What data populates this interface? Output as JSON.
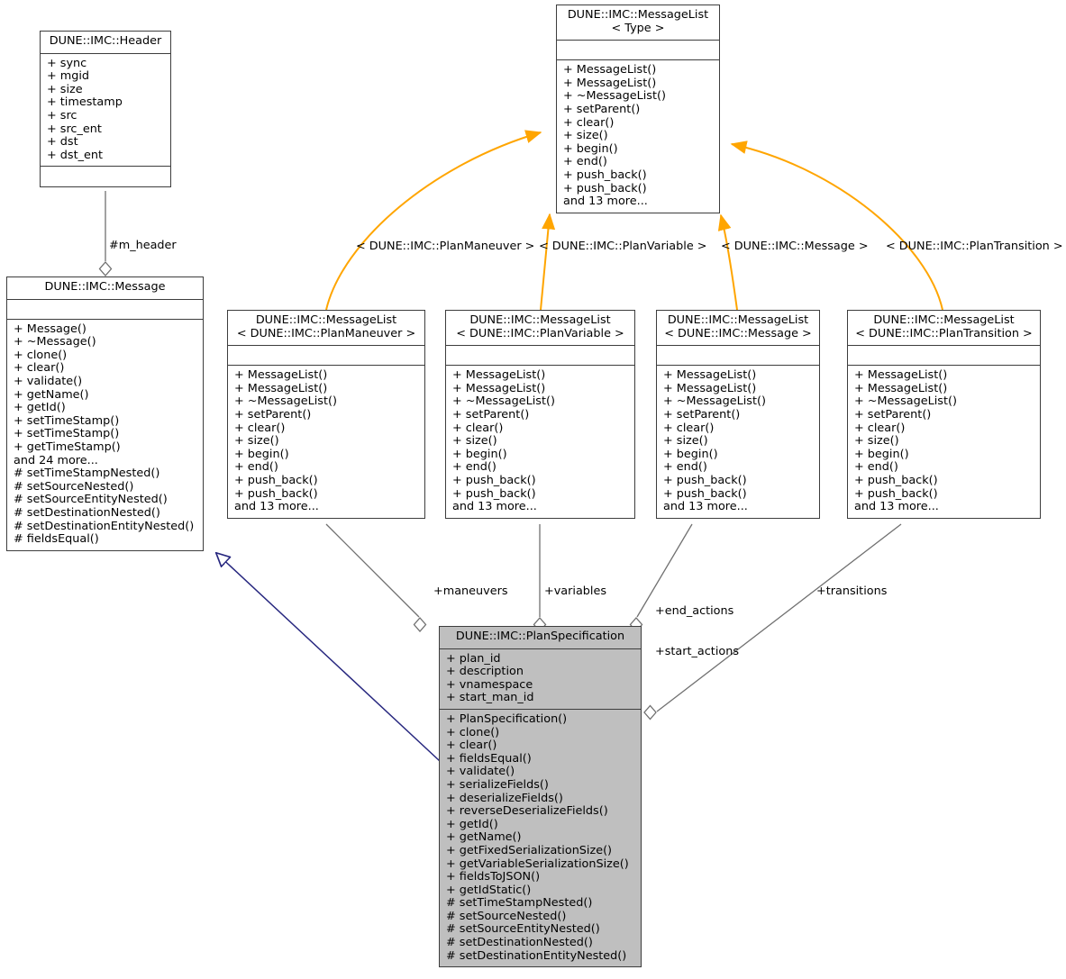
{
  "diagram": {
    "kind": "uml-collaboration-diagram",
    "subject": "DUNE::IMC::PlanSpecification",
    "colors": {
      "background": "#ffffff",
      "box_border": "#3d3d3d",
      "box_fill": "#ffffff",
      "highlight_fill": "#bfbfbf",
      "usage_edge": "#ffa500",
      "inheritance_edge": "#27277f",
      "association_edge": "#707070",
      "text": "#000000"
    }
  },
  "classes": {
    "header": {
      "name": "DUNE::IMC::Header",
      "attributes": [
        "+ sync",
        "+ mgid",
        "+ size",
        "+ timestamp",
        "+ src",
        "+ src_ent",
        "+ dst",
        "+ dst_ent"
      ],
      "operations": []
    },
    "message": {
      "name": "DUNE::IMC::Message",
      "attributes": [],
      "operations": [
        "+ Message()",
        "+ ~Message()",
        "+ clone()",
        "+ clear()",
        "+ validate()",
        "+ getName()",
        "+ getId()",
        "+ setTimeStamp()",
        "+ setTimeStamp()",
        "+ getTimeStamp()",
        "and 24 more...",
        "# setTimeStampNested()",
        "# setSourceNested()",
        "# setSourceEntityNested()",
        "# setDestinationNested()",
        "# setDestinationEntityNested()",
        "# fieldsEqual()"
      ]
    },
    "messagelist_template": {
      "name": "DUNE::IMC::MessageList\n< Type >",
      "attributes": [],
      "operations": [
        "+ MessageList()",
        "+ MessageList()",
        "+ ~MessageList()",
        "+ setParent()",
        "+ clear()",
        "+ size()",
        "+ begin()",
        "+ end()",
        "+ push_back()",
        "+ push_back()",
        "and 13 more..."
      ]
    },
    "messagelist_planmaneuver": {
      "name": "DUNE::IMC::MessageList\n< DUNE::IMC::PlanManeuver >",
      "attributes": [],
      "operations": [
        "+ MessageList()",
        "+ MessageList()",
        "+ ~MessageList()",
        "+ setParent()",
        "+ clear()",
        "+ size()",
        "+ begin()",
        "+ end()",
        "+ push_back()",
        "+ push_back()",
        "and 13 more..."
      ]
    },
    "messagelist_planvariable": {
      "name": "DUNE::IMC::MessageList\n< DUNE::IMC::PlanVariable >",
      "attributes": [],
      "operations": [
        "+ MessageList()",
        "+ MessageList()",
        "+ ~MessageList()",
        "+ setParent()",
        "+ clear()",
        "+ size()",
        "+ begin()",
        "+ end()",
        "+ push_back()",
        "+ push_back()",
        "and 13 more..."
      ]
    },
    "messagelist_message": {
      "name": "DUNE::IMC::MessageList\n< DUNE::IMC::Message >",
      "attributes": [],
      "operations": [
        "+ MessageList()",
        "+ MessageList()",
        "+ ~MessageList()",
        "+ setParent()",
        "+ clear()",
        "+ size()",
        "+ begin()",
        "+ end()",
        "+ push_back()",
        "+ push_back()",
        "and 13 more..."
      ]
    },
    "messagelist_plantransition": {
      "name": "DUNE::IMC::MessageList\n< DUNE::IMC::PlanTransition >",
      "attributes": [],
      "operations": [
        "+ MessageList()",
        "+ MessageList()",
        "+ ~MessageList()",
        "+ setParent()",
        "+ clear()",
        "+ size()",
        "+ begin()",
        "+ end()",
        "+ push_back()",
        "+ push_back()",
        "and 13 more..."
      ]
    },
    "planspecification": {
      "name": "DUNE::IMC::PlanSpecification",
      "attributes": [
        "+ plan_id",
        "+ description",
        "+ vnamespace",
        "+ start_man_id"
      ],
      "operations": [
        "+ PlanSpecification()",
        "+ clone()",
        "+ clear()",
        "+ fieldsEqual()",
        "+ validate()",
        "+ serializeFields()",
        "+ deserializeFields()",
        "+ reverseDeserializeFields()",
        "+ getId()",
        "+ getName()",
        "+ getFixedSerializationSize()",
        "+ getVariableSerializationSize()",
        "+ fieldsToJSON()",
        "+ getIdStatic()",
        "# setTimeStampNested()",
        "# setSourceNested()",
        "# setSourceEntityNested()",
        "# setDestinationNested()",
        "# setDestinationEntityNested()"
      ]
    }
  },
  "edge_labels": {
    "m_header": "#m_header",
    "template_planmaneuver": "< DUNE::IMC::PlanManeuver >",
    "template_planvariable": "< DUNE::IMC::PlanVariable >",
    "template_message": "< DUNE::IMC::Message >",
    "template_plantransition": "< DUNE::IMC::PlanTransition >",
    "maneuvers": "+maneuvers",
    "variables": "+variables",
    "end_actions": "+end_actions",
    "start_actions": "+start_actions",
    "transitions": "+transitions"
  }
}
